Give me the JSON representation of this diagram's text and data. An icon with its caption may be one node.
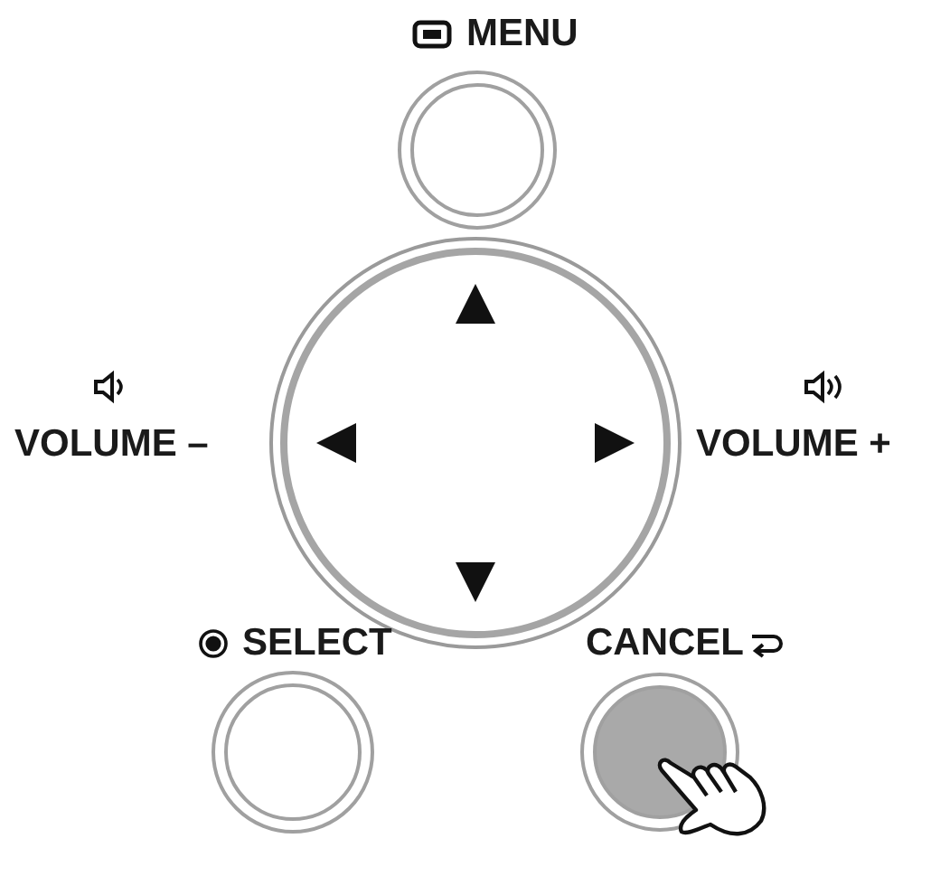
{
  "diagram": {
    "nodes": [
      {
        "text": [
          "MENU"
        ]
      },
      {
        "text": [],
        "shape": "circle"
      },
      {
        "text": [
          "SELECT"
        ]
      },
      {
        "text": [
          "CANCEL"
        ]
      }
    ],
    "labels": [
      "VOLUME –",
      "VOLUME +"
    ]
  }
}
